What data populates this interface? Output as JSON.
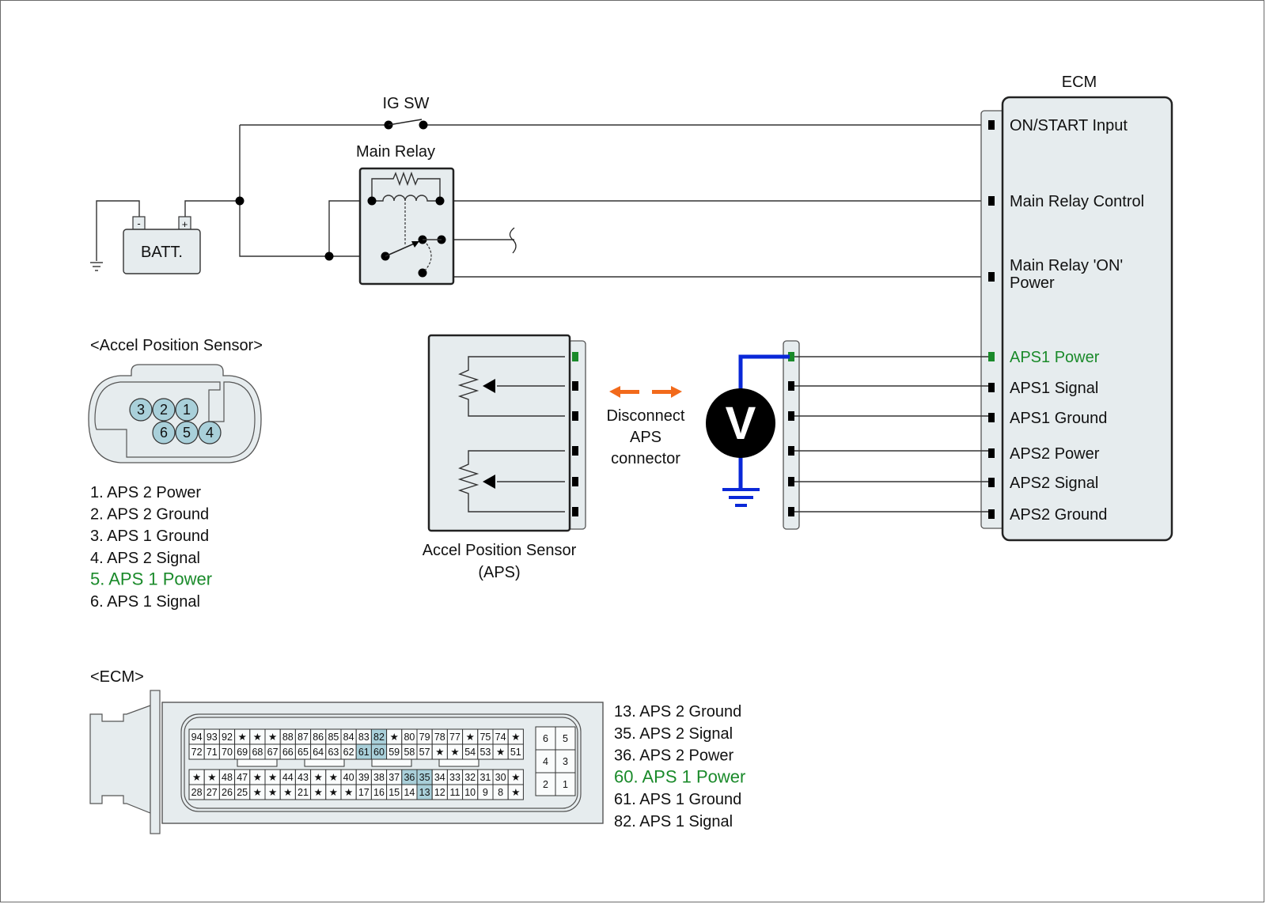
{
  "diagram_title": "APS1 Power circuit voltage inspection",
  "ig_switch": {
    "label": "IG SW"
  },
  "main_relay": {
    "label": "Main Relay"
  },
  "battery": {
    "label": "BATT.",
    "neg": "-",
    "pos": "+"
  },
  "ecm": {
    "title": "ECM",
    "pins": [
      {
        "label": "ON/START Input",
        "highlight": false
      },
      {
        "label": "Main Relay Control",
        "highlight": false
      },
      {
        "label": "Main Relay 'ON'",
        "label2": "Power",
        "highlight": false
      },
      {
        "label": "APS1 Power",
        "highlight": true
      },
      {
        "label": "APS1 Signal",
        "highlight": false
      },
      {
        "label": "APS1 Ground",
        "highlight": false
      },
      {
        "label": "APS2 Power",
        "highlight": false
      },
      {
        "label": "APS2 Signal",
        "highlight": false
      },
      {
        "label": "APS2 Ground",
        "highlight": false
      }
    ]
  },
  "aps_sensor": {
    "label": "Accel Position Sensor",
    "label2": "(APS)"
  },
  "disconnect_note": {
    "line1": "Disconnect",
    "line2": "APS",
    "line3": "connector"
  },
  "voltmeter": {
    "symbol": "V"
  },
  "aps_connector": {
    "heading": "<Accel Position Sensor>",
    "pin_rows": [
      [
        "3",
        "2",
        "1"
      ],
      [
        "6",
        "5",
        "4"
      ]
    ],
    "legend": [
      {
        "text": "1. APS 2 Power",
        "highlight": false
      },
      {
        "text": "2. APS 2 Ground",
        "highlight": false
      },
      {
        "text": "3. APS 1 Ground",
        "highlight": false
      },
      {
        "text": "4. APS 2 Signal",
        "highlight": false
      },
      {
        "text": "5. APS 1 Power",
        "highlight": true
      },
      {
        "text": "6. APS 1 Signal",
        "highlight": false
      }
    ]
  },
  "ecm_connector": {
    "heading": "<ECM>",
    "rows": [
      [
        "94",
        "93",
        "92",
        "★",
        "★",
        "★",
        "88",
        "87",
        "86",
        "85",
        "84",
        "83",
        "82",
        "★",
        "80",
        "79",
        "78",
        "77",
        "★",
        "75",
        "74",
        "★"
      ],
      [
        "72",
        "71",
        "70",
        "69",
        "68",
        "67",
        "66",
        "65",
        "64",
        "63",
        "62",
        "61",
        "60",
        "59",
        "58",
        "57",
        "★",
        "★",
        "54",
        "53",
        "★",
        "51"
      ],
      [
        "★",
        "★",
        "48",
        "47",
        "★",
        "★",
        "44",
        "43",
        "★",
        "★",
        "40",
        "39",
        "38",
        "37",
        "36",
        "35",
        "34",
        "33",
        "32",
        "31",
        "30",
        "★"
      ],
      [
        "28",
        "27",
        "26",
        "25",
        "★",
        "★",
        "★",
        "21",
        "★",
        "★",
        "★",
        "17",
        "16",
        "15",
        "14",
        "13",
        "12",
        "11",
        "10",
        "9",
        "8",
        "★"
      ]
    ],
    "highlighted": [
      "82",
      "61",
      "60",
      "36",
      "35",
      "13"
    ],
    "small_block": [
      [
        "6",
        "5"
      ],
      [
        "4",
        "3"
      ],
      [
        "2",
        "1"
      ]
    ],
    "legend": [
      {
        "text": "13. APS 2 Ground",
        "highlight": false
      },
      {
        "text": "35. APS 2 Signal",
        "highlight": false
      },
      {
        "text": "36. APS 2 Power",
        "highlight": false
      },
      {
        "text": "60. APS 1 Power",
        "highlight": true
      },
      {
        "text": "61. APS 1 Ground",
        "highlight": false
      },
      {
        "text": "82. APS 1 Signal",
        "highlight": false
      }
    ]
  },
  "colors": {
    "highlight_green": "#1a8a2a",
    "probe_blue": "#0a28d8",
    "arrow_orange": "#f26a1b",
    "pin_highlight": "#a9d0da",
    "panel_fill": "#e6ecee"
  }
}
